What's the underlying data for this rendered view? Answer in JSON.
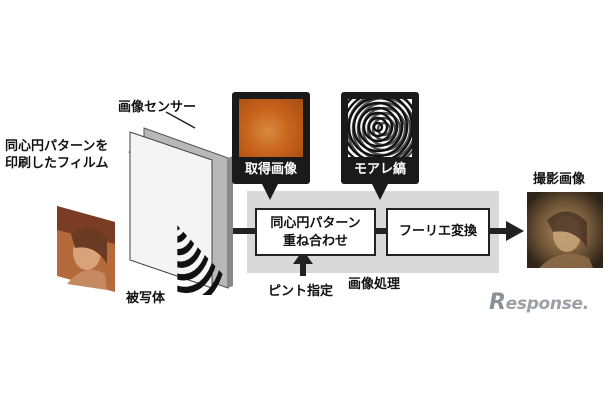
{
  "labels": {
    "image_sensor": "画像センサー",
    "film_line1": "同心円パターンを",
    "film_line2": "印刷したフィルム",
    "subject": "被写体",
    "acquired_image": "取得画像",
    "moire": "モアレ縞",
    "overlay_line1": "同心円パターン",
    "overlay_line2": "重ね合わせ",
    "fourier": "フーリエ変換",
    "focus": "ピント指定",
    "image_processing": "画像処理",
    "captured_image": "撮影画像"
  },
  "watermark": {
    "text": "esponse.",
    "initial": "R"
  },
  "colors": {
    "process_bg": "#d9d9d9",
    "dark": "#1a1a1a",
    "acquired_orange": "#c8641c",
    "watermark": "#9aa0a6"
  }
}
